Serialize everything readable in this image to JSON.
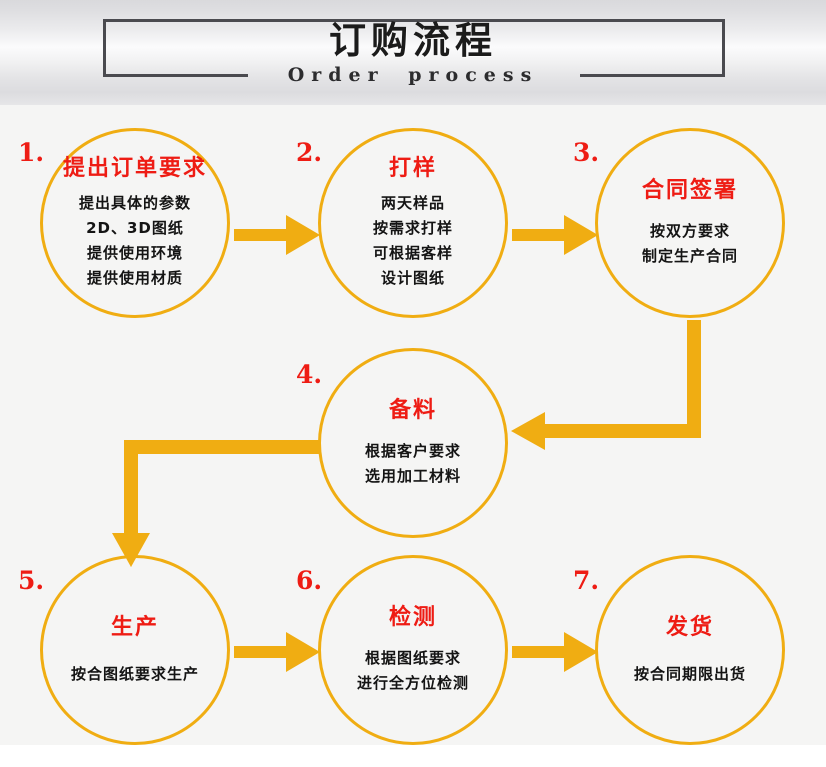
{
  "header": {
    "title_cn": "订购流程",
    "title_en_part1": "Order",
    "title_en_part2": "process",
    "frame_color": "#4a4a4f"
  },
  "theme": {
    "accent": "#f0ad12",
    "title_red": "#ee1c14",
    "body_text": "#141414",
    "page_bg": "#f5f5f4"
  },
  "chart_data": {
    "type": "diagram",
    "title": "订购流程 / Order process",
    "layout": "flowchart, 3 rows, serpentine left-to-right then right-to-left",
    "nodes": [
      {
        "number": "1.",
        "title": "提出订单要求",
        "lines": [
          "提出具体的参数",
          "2D、3D图纸",
          "提供使用环境",
          "提供使用材质"
        ]
      },
      {
        "number": "2.",
        "title": "打样",
        "lines": [
          "两天样品",
          "按需求打样",
          "可根据客样",
          "设计图纸"
        ]
      },
      {
        "number": "3.",
        "title": "合同签署",
        "lines": [
          "按双方要求",
          "制定生产合同"
        ]
      },
      {
        "number": "4.",
        "title": "备料",
        "lines": [
          "根据客户要求",
          "选用加工材料"
        ]
      },
      {
        "number": "5.",
        "title": "生产",
        "lines": [
          "按合图纸要求生产"
        ]
      },
      {
        "number": "6.",
        "title": "检测",
        "lines": [
          "根据图纸要求",
          "进行全方位检测"
        ]
      },
      {
        "number": "7.",
        "title": "发货",
        "lines": [
          "按合同期限出货"
        ]
      }
    ],
    "edges": [
      {
        "from": "1",
        "to": "2",
        "shape": "straight-right"
      },
      {
        "from": "2",
        "to": "3",
        "shape": "straight-right"
      },
      {
        "from": "3",
        "to": "4",
        "shape": "elbow-down-left"
      },
      {
        "from": "4",
        "to": "5",
        "shape": "elbow-left-down"
      },
      {
        "from": "5",
        "to": "6",
        "shape": "straight-right"
      },
      {
        "from": "6",
        "to": "7",
        "shape": "straight-right"
      }
    ]
  }
}
